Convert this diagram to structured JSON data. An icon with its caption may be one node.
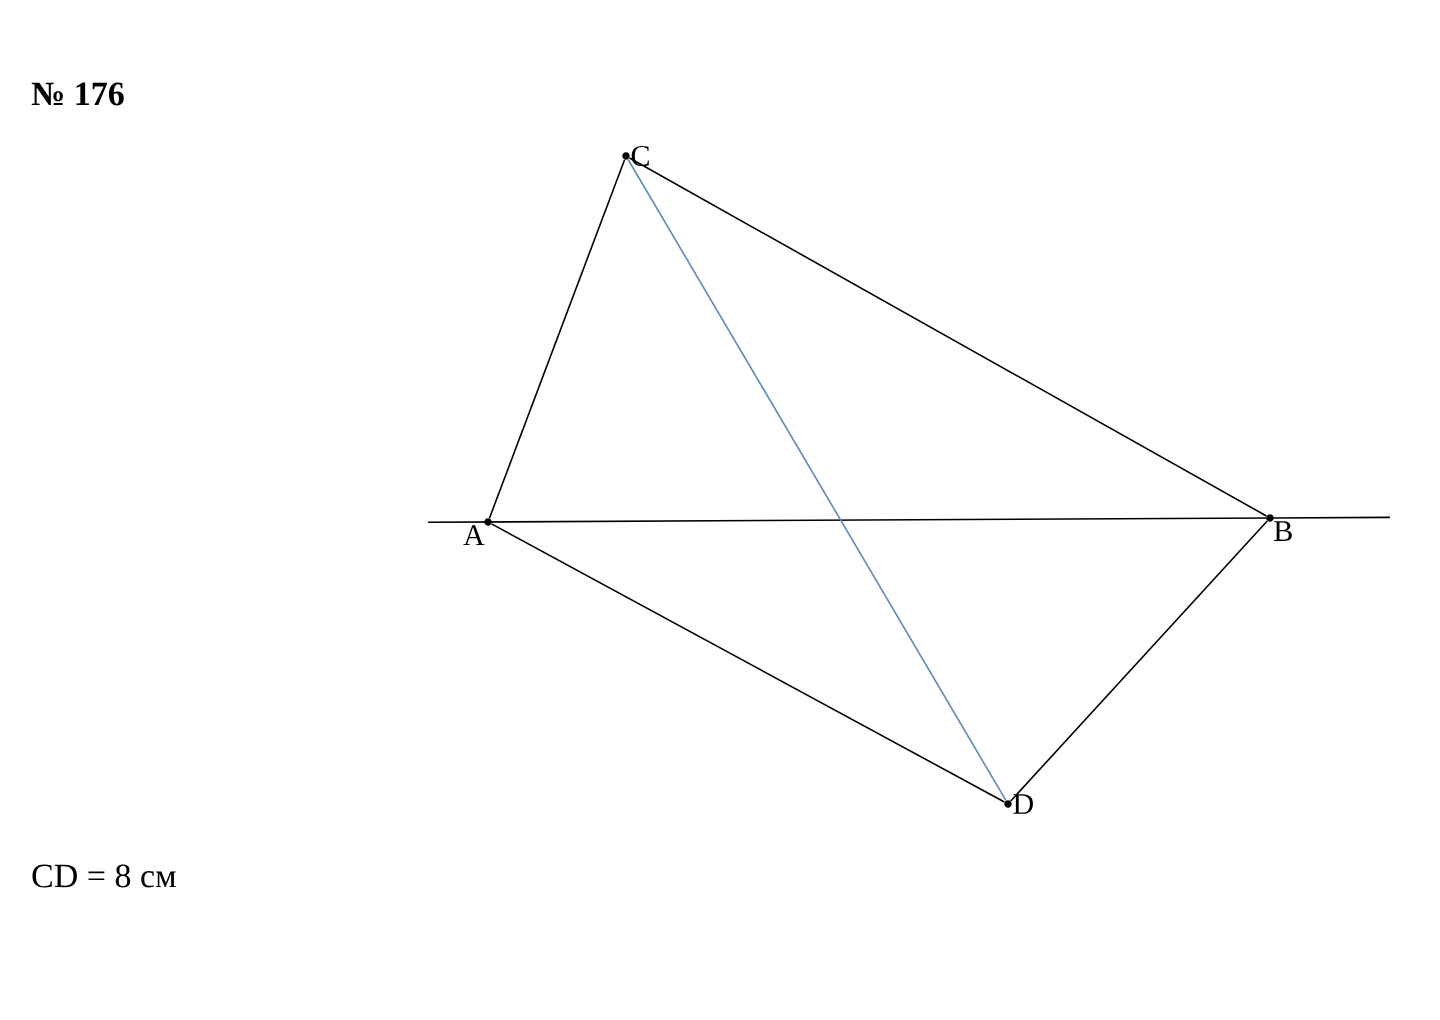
{
  "diagram": {
    "nodes": [
      {
        "text": [
          "A"
        ]
      },
      {
        "text": [
          "B"
        ]
      },
      {
        "text": [
          "C"
        ]
      },
      {
        "text": [
          "D"
        ]
      }
    ],
    "edges": [
      {
        "from": 0,
        "to": 1,
        "arrow": "none"
      },
      {
        "from": 0,
        "to": 2,
        "arrow": "none"
      },
      {
        "from": 2,
        "to": 1,
        "arrow": "none"
      },
      {
        "from": 0,
        "to": 3,
        "arrow": "none"
      },
      {
        "from": 1,
        "to": 3,
        "arrow": "none"
      },
      {
        "from": 2,
        "to": 3,
        "arrow": "none",
        "color": "#5b8bbf"
      }
    ],
    "labels": [
      "№ 176",
      "CD = 8 см"
    ]
  }
}
